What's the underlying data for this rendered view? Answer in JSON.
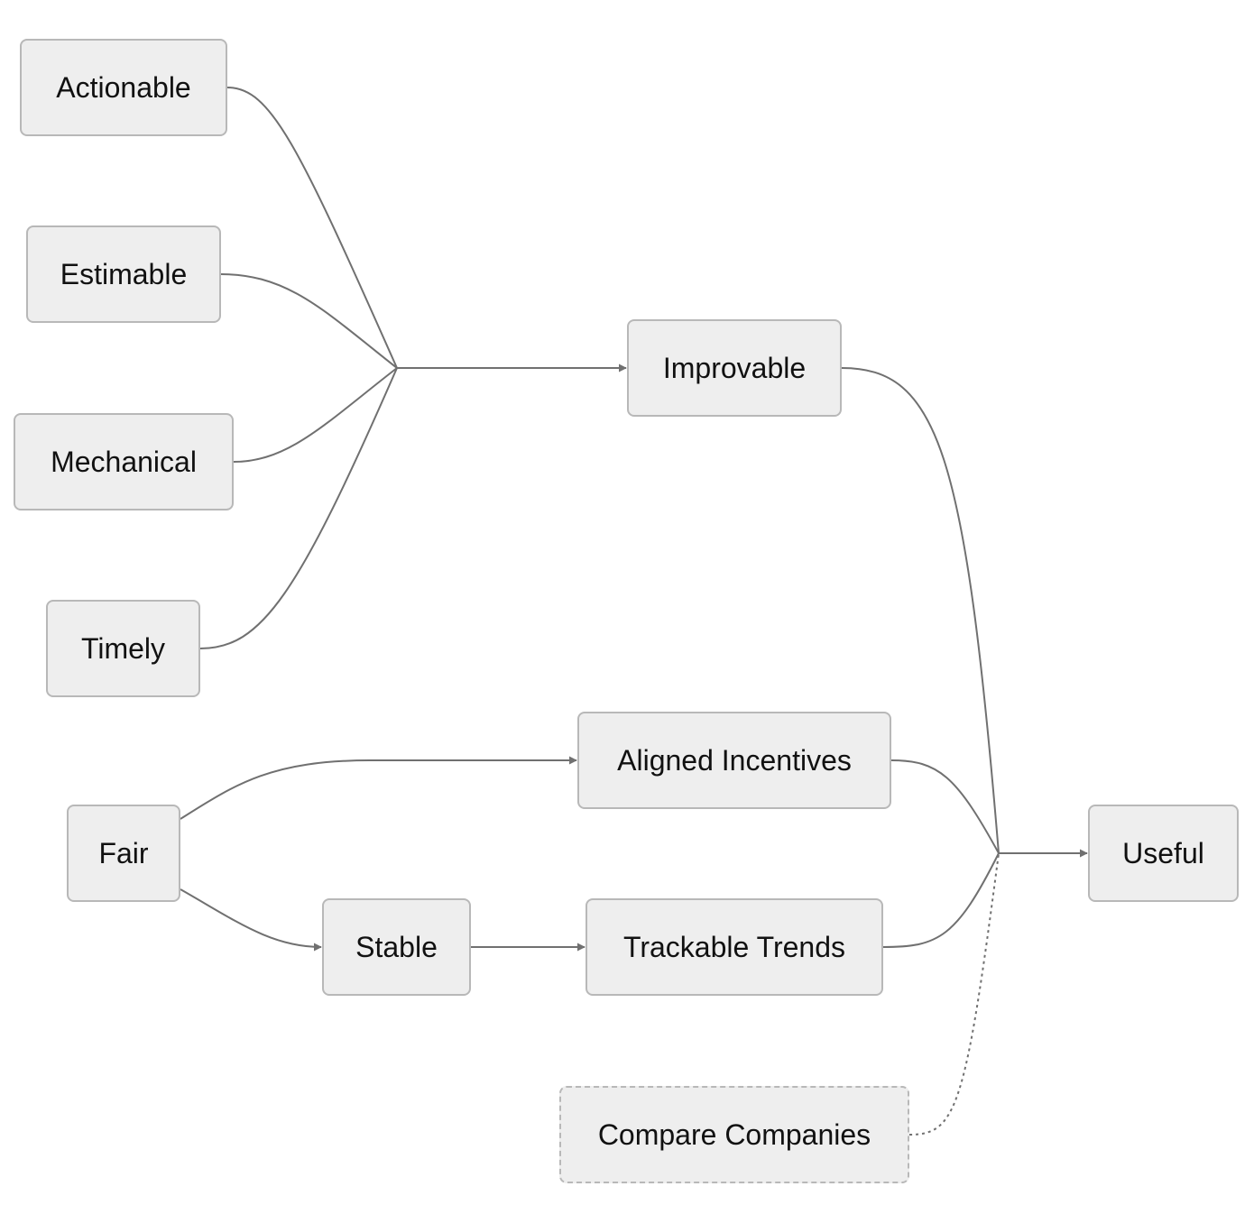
{
  "nodes": {
    "actionable": "Actionable",
    "estimable": "Estimable",
    "mechanical": "Mechanical",
    "timely": "Timely",
    "improvable": "Improvable",
    "aligned_incentives": "Aligned Incentives",
    "fair": "Fair",
    "stable": "Stable",
    "trackable_trends": "Trackable Trends",
    "compare_companies": "Compare Companies",
    "useful": "Useful"
  },
  "edges": [
    {
      "from": "Actionable",
      "to": "Improvable",
      "style": "solid"
    },
    {
      "from": "Estimable",
      "to": "Improvable",
      "style": "solid"
    },
    {
      "from": "Mechanical",
      "to": "Improvable",
      "style": "solid"
    },
    {
      "from": "Timely",
      "to": "Improvable",
      "style": "solid"
    },
    {
      "from": "Improvable",
      "to": "Useful",
      "style": "solid"
    },
    {
      "from": "Fair",
      "to": "Aligned Incentives",
      "style": "solid"
    },
    {
      "from": "Fair",
      "to": "Stable",
      "style": "solid"
    },
    {
      "from": "Stable",
      "to": "Trackable Trends",
      "style": "solid"
    },
    {
      "from": "Aligned Incentives",
      "to": "Useful",
      "style": "solid"
    },
    {
      "from": "Trackable Trends",
      "to": "Useful",
      "style": "solid"
    },
    {
      "from": "Compare Companies",
      "to": "Useful",
      "style": "dotted"
    }
  ],
  "colors": {
    "node_fill": "#eeeeee",
    "node_border": "#b8b8b8",
    "edge": "#707070"
  }
}
